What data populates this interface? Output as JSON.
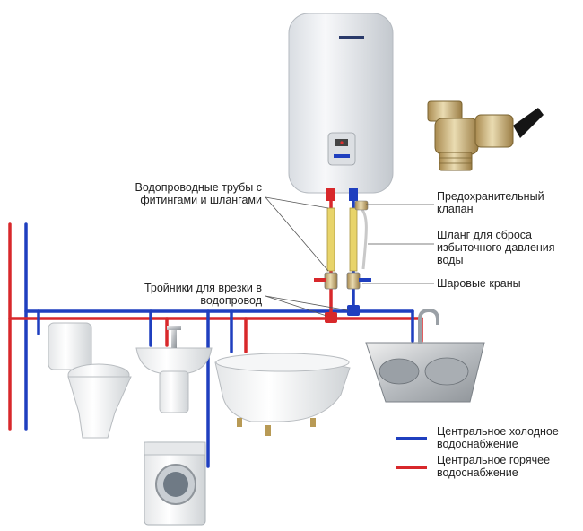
{
  "labels": {
    "pipes_line1": "Водопроводные трубы с",
    "pipes_line2": "фитингами и шлангами",
    "valve_line1": "Предохранительный",
    "valve_line2": "клапан",
    "hose_line1": "Шланг для сброса",
    "hose_line2": "избыточного давления",
    "hose_line3": "воды",
    "ball_valves": "Шаровые краны",
    "tees_line1": "Тройники для врезки в",
    "tees_line2": "водопровод"
  },
  "legend": {
    "cold_line1": "Центральное холодное",
    "cold_line2": "водоснабжение",
    "hot_line1": "Центральное горячее",
    "hot_line2": "водоснабжение"
  },
  "colors": {
    "cold": "#1f3fbf",
    "hot": "#d8282b",
    "leader": "#555555",
    "hose": "#e8d46a"
  }
}
